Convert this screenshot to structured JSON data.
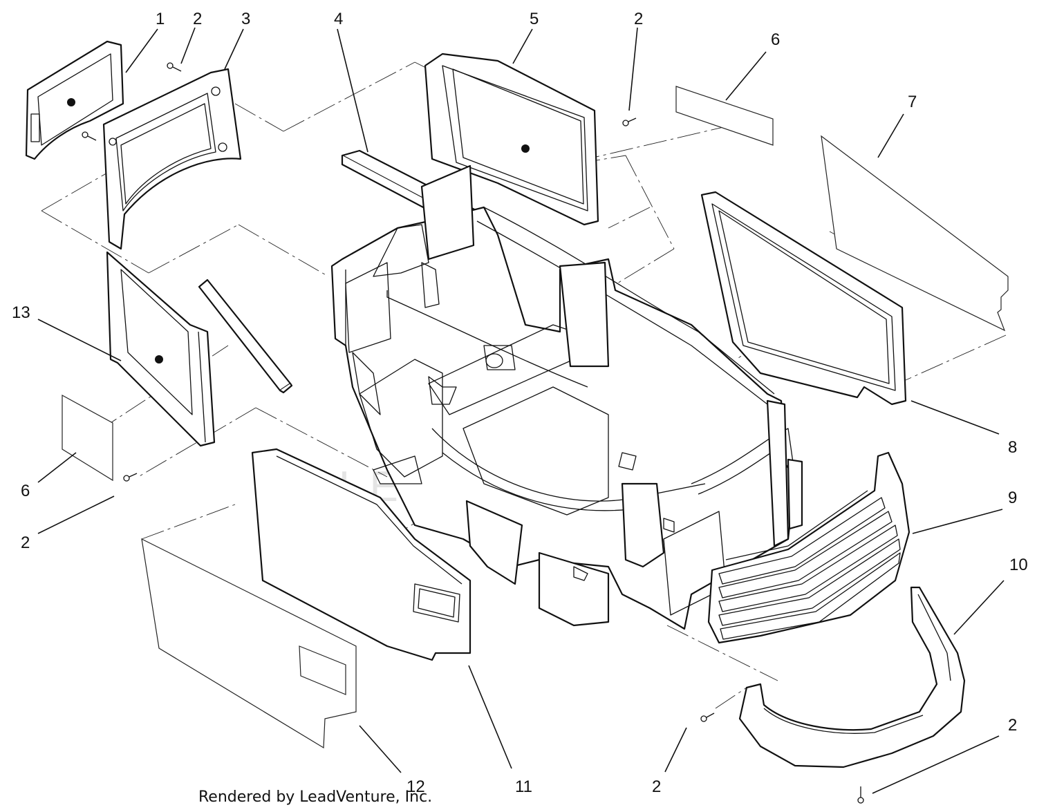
{
  "diagram": {
    "credit": "Rendered by LeadVenture, Inc.",
    "watermark": "LEADVENTURE",
    "callouts": [
      {
        "label": "1"
      },
      {
        "label": "2"
      },
      {
        "label": "3"
      },
      {
        "label": "4"
      },
      {
        "label": "5"
      },
      {
        "label": "2"
      },
      {
        "label": "6"
      },
      {
        "label": "7"
      },
      {
        "label": "13"
      },
      {
        "label": "8"
      },
      {
        "label": "6"
      },
      {
        "label": "9"
      },
      {
        "label": "2"
      },
      {
        "label": "10"
      },
      {
        "label": "2"
      },
      {
        "label": "12"
      },
      {
        "label": "11"
      },
      {
        "label": "2"
      }
    ]
  }
}
